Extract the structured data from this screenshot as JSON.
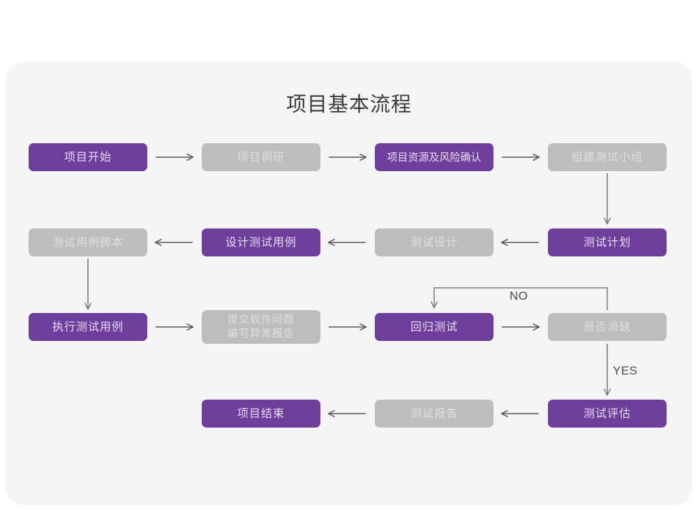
{
  "card": {
    "title": "项目基本流程",
    "background_color": "#f5f5f5",
    "page_background": "#ffffff"
  },
  "palette": {
    "purple_fill": "#6d3e9b",
    "purple_text": "#e9dcf3",
    "gray_fill": "#bdbdbd",
    "gray_text": "#e0e0e0",
    "connector": "#555555",
    "title_text": "#3a3a3a"
  },
  "chart_data": {
    "type": "flowchart",
    "title": "项目基本流程",
    "nodes": [
      {
        "id": "n1",
        "label": "项目开始",
        "style": "purple",
        "row": 1,
        "col": 1
      },
      {
        "id": "n2",
        "label": "项目调研",
        "style": "gray",
        "row": 1,
        "col": 2
      },
      {
        "id": "n3",
        "label": "项目资源及风险确认",
        "style": "purple",
        "row": 1,
        "col": 3
      },
      {
        "id": "n4",
        "label": "组建测试小组",
        "style": "gray",
        "row": 1,
        "col": 4
      },
      {
        "id": "n5",
        "label": "测试用例脚本",
        "style": "gray",
        "row": 2,
        "col": 1
      },
      {
        "id": "n6",
        "label": "设计测试用例",
        "style": "purple",
        "row": 2,
        "col": 2
      },
      {
        "id": "n7",
        "label": "测试设计",
        "style": "gray",
        "row": 2,
        "col": 3
      },
      {
        "id": "n8",
        "label": "测试计划",
        "style": "purple",
        "row": 2,
        "col": 4
      },
      {
        "id": "n9",
        "label": "执行测试用例",
        "style": "purple",
        "row": 3,
        "col": 1
      },
      {
        "id": "n10",
        "label": "提交软件问题\n编写异常报告",
        "style": "gray",
        "row": 3,
        "col": 2
      },
      {
        "id": "n11",
        "label": "回归测试",
        "style": "purple",
        "row": 3,
        "col": 3
      },
      {
        "id": "n12",
        "label": "是否消缺",
        "style": "gray",
        "row": 3,
        "col": 4
      },
      {
        "id": "n13",
        "label": "项目结束",
        "style": "purple",
        "row": 4,
        "col": 2
      },
      {
        "id": "n14",
        "label": "测试报告",
        "style": "gray",
        "row": 4,
        "col": 3
      },
      {
        "id": "n15",
        "label": "测试评估",
        "style": "purple",
        "row": 4,
        "col": 4
      }
    ],
    "edges": [
      {
        "from": "n1",
        "to": "n2",
        "dir": "right",
        "label": ""
      },
      {
        "from": "n2",
        "to": "n3",
        "dir": "right",
        "label": ""
      },
      {
        "from": "n3",
        "to": "n4",
        "dir": "right",
        "label": ""
      },
      {
        "from": "n4",
        "to": "n8",
        "dir": "down",
        "label": ""
      },
      {
        "from": "n8",
        "to": "n7",
        "dir": "left",
        "label": ""
      },
      {
        "from": "n7",
        "to": "n6",
        "dir": "left",
        "label": ""
      },
      {
        "from": "n6",
        "to": "n5",
        "dir": "left",
        "label": ""
      },
      {
        "from": "n5",
        "to": "n9",
        "dir": "down",
        "label": ""
      },
      {
        "from": "n9",
        "to": "n10",
        "dir": "right",
        "label": ""
      },
      {
        "from": "n10",
        "to": "n11",
        "dir": "right",
        "label": ""
      },
      {
        "from": "n11",
        "to": "n12",
        "dir": "right",
        "label": ""
      },
      {
        "from": "n12",
        "to": "n11",
        "dir": "loop-up-left",
        "label": "NO"
      },
      {
        "from": "n12",
        "to": "n15",
        "dir": "down",
        "label": "YES"
      },
      {
        "from": "n15",
        "to": "n14",
        "dir": "left",
        "label": ""
      },
      {
        "from": "n14",
        "to": "n13",
        "dir": "left",
        "label": ""
      }
    ],
    "edge_labels": [
      "NO",
      "YES"
    ]
  },
  "labels": {
    "no": "NO",
    "yes": "YES"
  }
}
